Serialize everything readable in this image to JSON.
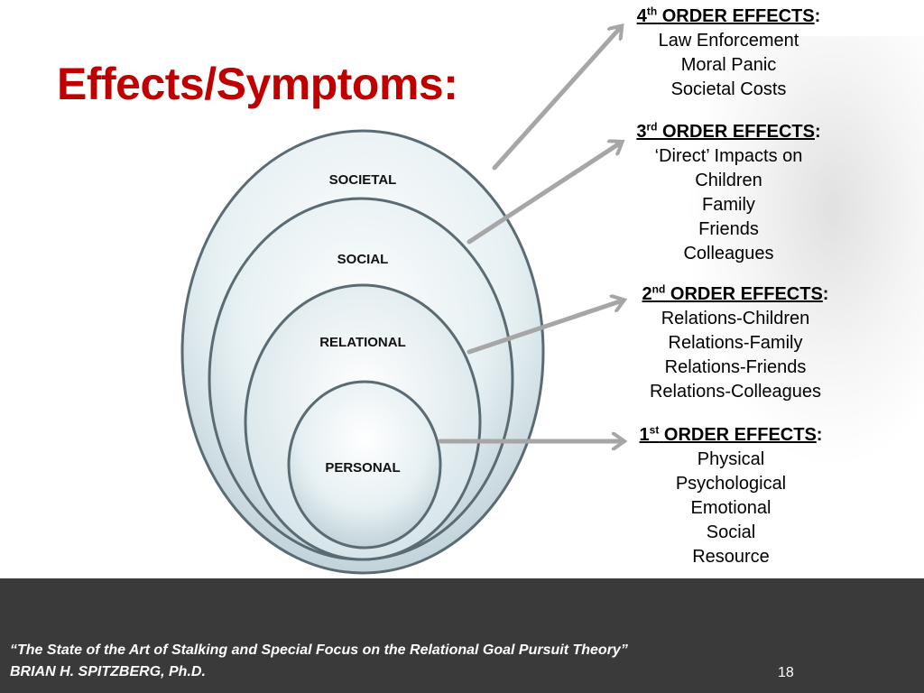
{
  "slide": {
    "title": "Effects/Symptoms:",
    "rings": [
      {
        "label": "SOCIETAL"
      },
      {
        "label": "SOCIAL"
      },
      {
        "label": "RELATIONAL"
      },
      {
        "label": "PERSONAL"
      }
    ],
    "effects": [
      {
        "num": "4",
        "sup": "th",
        "head": "ORDER EFFECTS",
        "items": [
          "Law Enforcement",
          "Moral Panic",
          "Societal Costs"
        ]
      },
      {
        "num": "3",
        "sup": "rd",
        "head": "ORDER EFFECTS",
        "items": [
          "‘Direct’ Impacts on",
          "Children",
          "Family",
          "Friends",
          "Colleagues"
        ]
      },
      {
        "num": "2",
        "sup": "nd",
        "head": "ORDER EFFECTS",
        "items": [
          "Relations-Children",
          "Relations-Family",
          "Relations-Friends",
          "Relations-Colleagues"
        ]
      },
      {
        "num": "1",
        "sup": "st",
        "head": "ORDER EFFECTS",
        "items": [
          "Physical",
          "Psychological",
          "Emotional",
          "Social",
          "Resource"
        ]
      }
    ],
    "footer": {
      "citation_title": "“The State of the Art of Stalking and Special Focus on the Relational Goal Pursuit Theory”",
      "author": "BRIAN H. SPITZBERG, Ph.D.",
      "page_number": "18"
    },
    "colors": {
      "title": "#c00000",
      "footer_bg": "#3a3a3a",
      "arrow": "#a6a6a6",
      "ring_fill": "#dbe9ee",
      "ring_stroke": "#5a6b73"
    }
  }
}
